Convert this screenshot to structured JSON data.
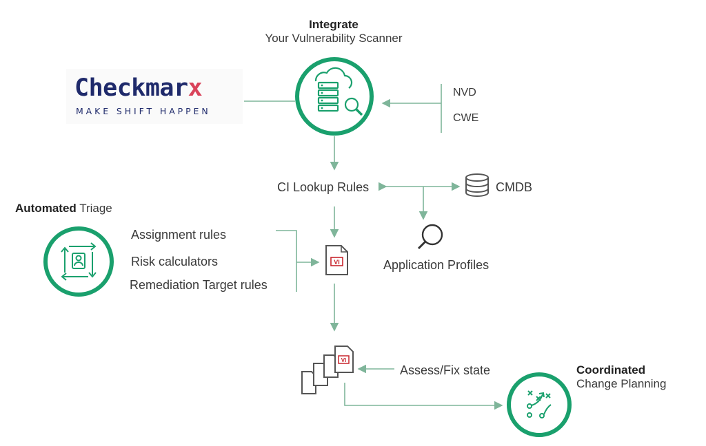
{
  "integrate": {
    "title": "Integrate",
    "subtitle": "Your Vulnerability Scanner"
  },
  "logo": {
    "name": "Checkmar",
    "name_x": "x",
    "tagline": "MAKE SHIFT HAPPEN"
  },
  "sources": [
    "NVD",
    "CWE"
  ],
  "ci_lookup": "CI Lookup Rules",
  "cmdb": "CMDB",
  "app_profiles": "Application Profiles",
  "triage": {
    "title_bold": "Automated",
    "title_rest": " Triage",
    "rules": [
      "Assignment rules",
      "Risk calculators",
      "Remediation Target rules"
    ]
  },
  "vi_label": "VI",
  "assess": "Assess/Fix state",
  "planning": {
    "title": "Coordinated",
    "subtitle": "Change Planning"
  },
  "colors": {
    "accent": "#1aa06d",
    "arrow": "#7fb59a",
    "brand_navy": "#1f2a6b",
    "brand_red": "#d9435a",
    "vi_red": "#c8262e"
  }
}
